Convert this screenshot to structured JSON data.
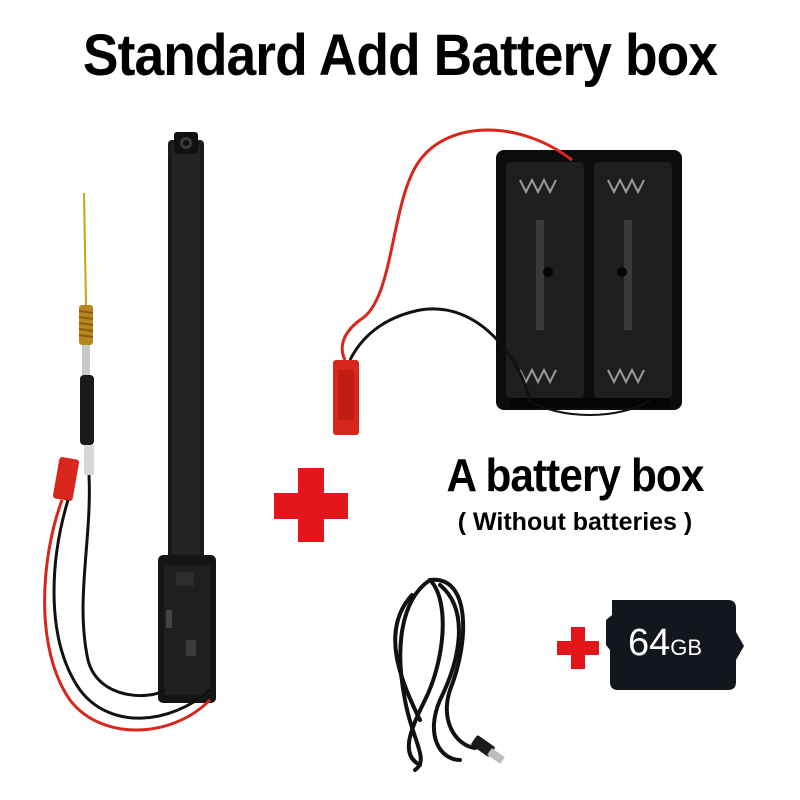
{
  "title": "Standard Add Battery box",
  "battery_box": {
    "label": "A battery box",
    "note": "( Without batteries )"
  },
  "sd_card": {
    "capacity": "64",
    "unit": "GB"
  },
  "icons": [
    "plus-icon",
    "plus-icon-small"
  ],
  "colors": {
    "plus_red": "#e3171b",
    "wire_red": "#d9261c",
    "board_black": "#1a1a1a"
  }
}
